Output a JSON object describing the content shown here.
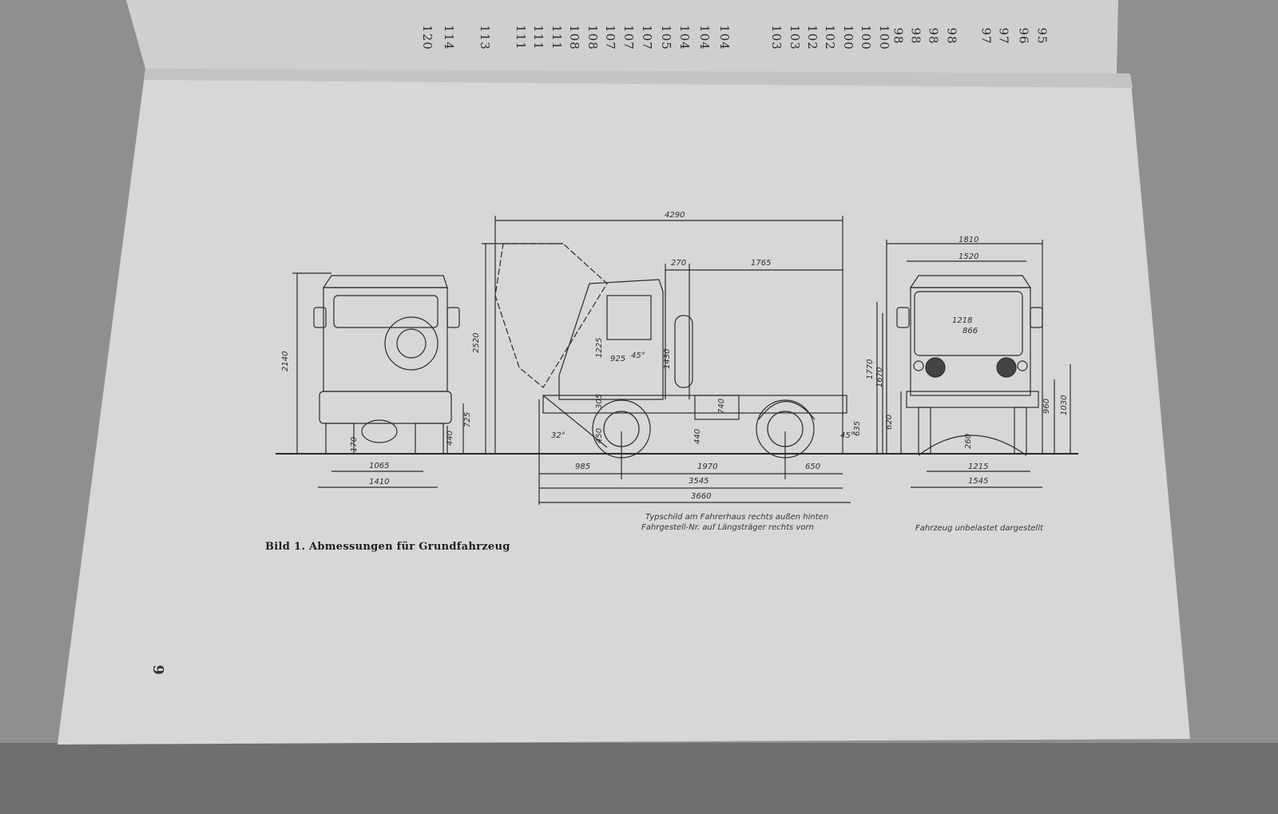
{
  "upper_page": {
    "index_numbers": [
      "95",
      "96",
      "97",
      "97",
      "98",
      "98",
      "98",
      "98",
      "100",
      "100",
      "100",
      "102",
      "102",
      "103",
      "103",
      "104",
      "104",
      "104",
      "105",
      "107",
      "107",
      "107",
      "108",
      "108",
      "111",
      "111",
      "111",
      "113",
      "114",
      "120"
    ]
  },
  "figure": {
    "caption": "Bild 1. Abmessungen für Grundfahrzeug",
    "notes": {
      "typschild": "Typschild am Fahrerhaus rechts außen hinten",
      "fahrgestell": "Fahrgestell-Nr. auf Längsträger rechts vorn",
      "unbelastet": "Fahrzeug unbelastet dargestellt"
    },
    "rear_view": {
      "height_total": "2140",
      "track": "1065",
      "width": "1410",
      "ground_clearance": "170",
      "frame_height": "440",
      "coupling_height": "725"
    },
    "side_view": {
      "length_total": "4290",
      "tilt_height": "2520",
      "cab_gap": "270",
      "platform": "1765",
      "seat": "1225",
      "seat_depth": "925",
      "angle_seat": "45°",
      "cab_rear": "1430",
      "step": "305",
      "wheel_radius": "450",
      "frame": "440",
      "tank": "740",
      "front_angle": "32°",
      "rear_angle": "45°",
      "rear_height": "635",
      "front_overhang": "985",
      "wheelbase": "1970",
      "rear_overhang": "650",
      "length_frame": "3545",
      "length_overall": "3660"
    },
    "front_view": {
      "width_total": "1810",
      "cab_width": "1520",
      "window_width": "1218",
      "headlight_spacing": "866",
      "height_1770": "1770",
      "height_1670": "1670",
      "height_620": "620",
      "height_960": "960",
      "height_1030": "1030",
      "clearance": "260",
      "track": "1215",
      "width_wheels": "1545"
    }
  },
  "page_number": "6",
  "colors": {
    "page": "#d6d7d5",
    "ink": "#2b2b2b",
    "background": "#8e8f8d"
  }
}
